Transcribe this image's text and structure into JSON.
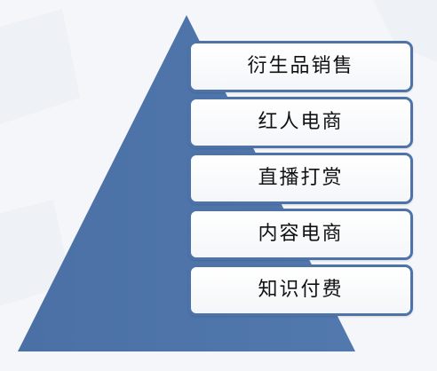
{
  "diagram": {
    "type": "pyramid",
    "tiers": [
      {
        "label": "衍生品销售"
      },
      {
        "label": "红人电商"
      },
      {
        "label": "直播打赏"
      },
      {
        "label": "内容电商"
      },
      {
        "label": "知识付费"
      }
    ]
  },
  "colors": {
    "pyramid_fill": "#4d73a8",
    "tier_border": "#4d73a8",
    "tier_fill": "#ffffff",
    "background": "#f4f6f9",
    "text": "#111111"
  }
}
